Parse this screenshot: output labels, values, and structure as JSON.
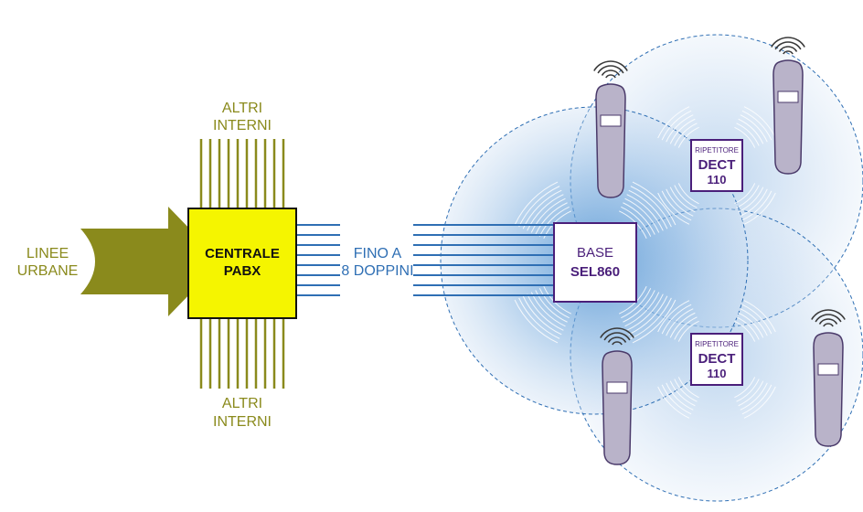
{
  "labels": {
    "trunk_lines": [
      "LINEE",
      "URBANE"
    ],
    "other_extensions_top": [
      "ALTRI",
      "INTERNI"
    ],
    "other_extensions_bottom": [
      "ALTRI",
      "INTERNI"
    ],
    "pair_count": [
      "FINO A",
      "8 DOPPINI"
    ]
  },
  "pabx": {
    "line1": "CENTRALE",
    "line2": "PABX"
  },
  "base": {
    "line1": "BASE",
    "line2": "SEL860"
  },
  "repeaters": [
    {
      "caption": "RIPETITORE",
      "model": "DECT",
      "number": "110"
    },
    {
      "caption": "RIPETITORE",
      "model": "DECT",
      "number": "110"
    }
  ],
  "colors": {
    "olive": "#8a8a1c",
    "pabx_fill": "#f5f500",
    "wire_blue": "#2f6fb4",
    "cell_blue": "#4a8fd0",
    "purple": "#4a1f7a",
    "handset": "#b9b3c9"
  },
  "icons": [
    "arrow-icon",
    "handset-icon",
    "signal-waves-icon"
  ]
}
